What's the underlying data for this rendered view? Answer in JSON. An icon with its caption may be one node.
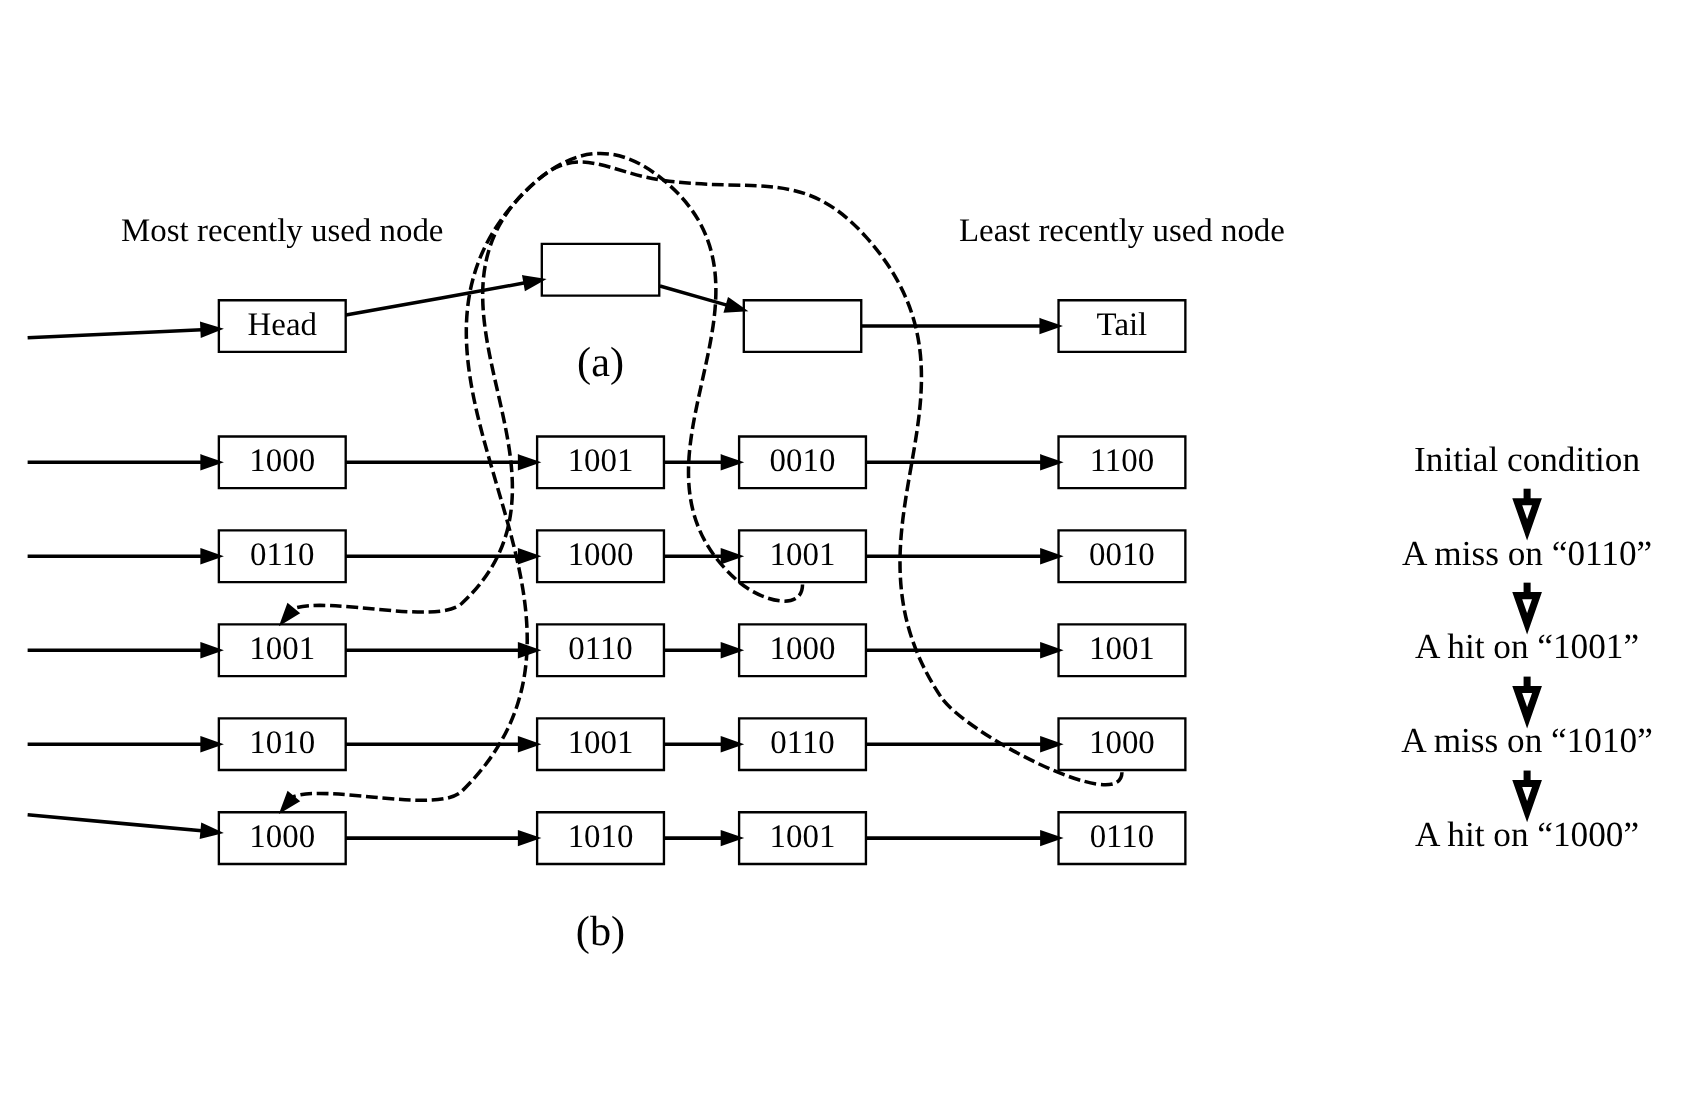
{
  "diagram": {
    "nodes": [
      {
        "text": [
          "Head"
        ],
        "beside": [
          "Most recently used node"
        ]
      },
      {
        "text": [],
        "shape": "box"
      },
      {
        "text": [],
        "shape": "box"
      },
      {
        "text": [
          "Tail"
        ],
        "beside": [
          "Least recently used node"
        ]
      },
      {
        "text": [
          "1000"
        ]
      },
      {
        "text": [
          "1001"
        ]
      },
      {
        "text": [
          "0010"
        ]
      },
      {
        "text": [
          "1100"
        ]
      },
      {
        "text": [
          "0110"
        ]
      },
      {
        "text": [
          "1000"
        ]
      },
      {
        "text": [
          "1001"
        ]
      },
      {
        "text": [
          "0010"
        ]
      },
      {
        "text": [
          "1001"
        ]
      },
      {
        "text": [
          "0110"
        ]
      },
      {
        "text": [
          "1000"
        ]
      },
      {
        "text": [
          "1001"
        ]
      },
      {
        "text": [
          "1010"
        ]
      },
      {
        "text": [
          "1001"
        ]
      },
      {
        "text": [
          "0110"
        ]
      },
      {
        "text": [
          "1000"
        ]
      },
      {
        "text": [
          "1000"
        ]
      },
      {
        "text": [
          "1010"
        ]
      },
      {
        "text": [
          "1001"
        ]
      },
      {
        "text": [
          "0110"
        ]
      },
      {
        "text": [
          "Initial condition"
        ]
      },
      {
        "text": [
          "A miss on “0110”"
        ]
      },
      {
        "text": [
          "A hit on “1001”"
        ]
      },
      {
        "text": [
          "A miss on “1010”"
        ]
      },
      {
        "text": [
          "A hit on “1000”"
        ]
      }
    ],
    "edges": [
      {
        "from": null,
        "to": 0,
        "arrow": "to"
      },
      {
        "from": 0,
        "to": 1,
        "arrow": "to"
      },
      {
        "from": 1,
        "to": 2,
        "arrow": "to"
      },
      {
        "from": 2,
        "to": 3,
        "arrow": "to"
      },
      {
        "from": null,
        "to": 4,
        "arrow": "to"
      },
      {
        "from": 4,
        "to": 5,
        "arrow": "to"
      },
      {
        "from": 5,
        "to": 6,
        "arrow": "to"
      },
      {
        "from": 6,
        "to": 7,
        "arrow": "to"
      },
      {
        "from": null,
        "to": 8,
        "arrow": "to"
      },
      {
        "from": 8,
        "to": 9,
        "arrow": "to"
      },
      {
        "from": 9,
        "to": 10,
        "arrow": "to"
      },
      {
        "from": 10,
        "to": 11,
        "arrow": "to"
      },
      {
        "from": null,
        "to": 12,
        "arrow": "to"
      },
      {
        "from": 12,
        "to": 13,
        "arrow": "to"
      },
      {
        "from": 13,
        "to": 14,
        "arrow": "to"
      },
      {
        "from": 14,
        "to": 15,
        "arrow": "to"
      },
      {
        "from": null,
        "to": 16,
        "arrow": "to"
      },
      {
        "from": 16,
        "to": 17,
        "arrow": "to"
      },
      {
        "from": 17,
        "to": 18,
        "arrow": "to"
      },
      {
        "from": 18,
        "to": 19,
        "arrow": "to"
      },
      {
        "from": null,
        "to": 20,
        "arrow": "to"
      },
      {
        "from": 20,
        "to": 21,
        "arrow": "to"
      },
      {
        "from": 21,
        "to": 22,
        "arrow": "to"
      },
      {
        "from": 22,
        "to": 23,
        "arrow": "to"
      },
      {
        "from": 10,
        "to": 12,
        "arrow": "to",
        "style": "dashed"
      },
      {
        "from": 19,
        "to": 20,
        "arrow": "to",
        "style": "dashed"
      },
      {
        "from": 24,
        "to": 25,
        "arrow": "to",
        "style": "thick"
      },
      {
        "from": 25,
        "to": 26,
        "arrow": "to",
        "style": "thick"
      },
      {
        "from": 26,
        "to": 27,
        "arrow": "to",
        "style": "thick"
      },
      {
        "from": 27,
        "to": 28,
        "arrow": "to",
        "style": "thick"
      }
    ],
    "labels": [
      "(a)",
      "(b)"
    ]
  }
}
